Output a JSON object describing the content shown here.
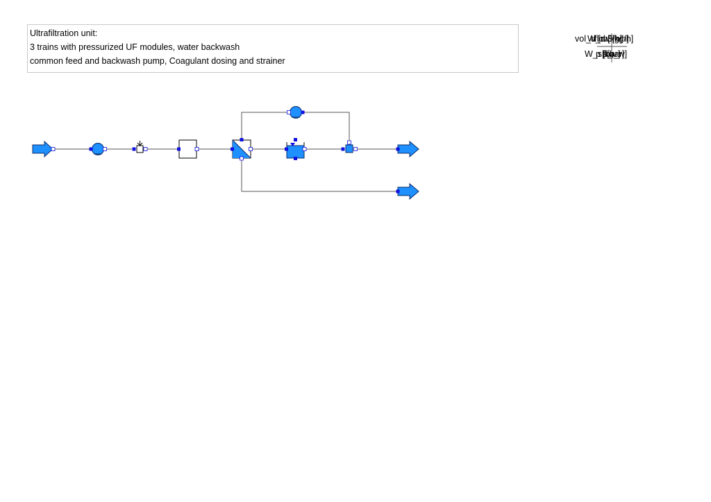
{
  "note": {
    "lines": [
      "Ultrafiltration unit:",
      "3 trains with pressurized UF modules, water backwash",
      "common feed and backwash pump, Coagulant dosing and strainer"
    ]
  },
  "legend": {
    "label_a1": "vol_d [m3/h]",
    "label_a2": "W_d [kg/h]",
    "label_a3": "flow [kg/h]",
    "label_b1": "W_s[kg_w]",
    "label_b2": "p [bar]",
    "label_b3": "s[bar]"
  },
  "colors": {
    "line": "#555555",
    "fill": "#1e90ff",
    "port": "#1010e0",
    "stroke": "#0b2a66"
  },
  "components": [
    "feed-source-arrow-icon",
    "feed-pump-icon",
    "coagulant-dosing-icon",
    "strainer-icon",
    "uf-membrane-module-icon",
    "backwash-tank-icon",
    "backwash-pump-icon",
    "mixer-valve-icon",
    "permeate-outlet-arrow-icon",
    "concentrate-outlet-arrow-icon"
  ]
}
